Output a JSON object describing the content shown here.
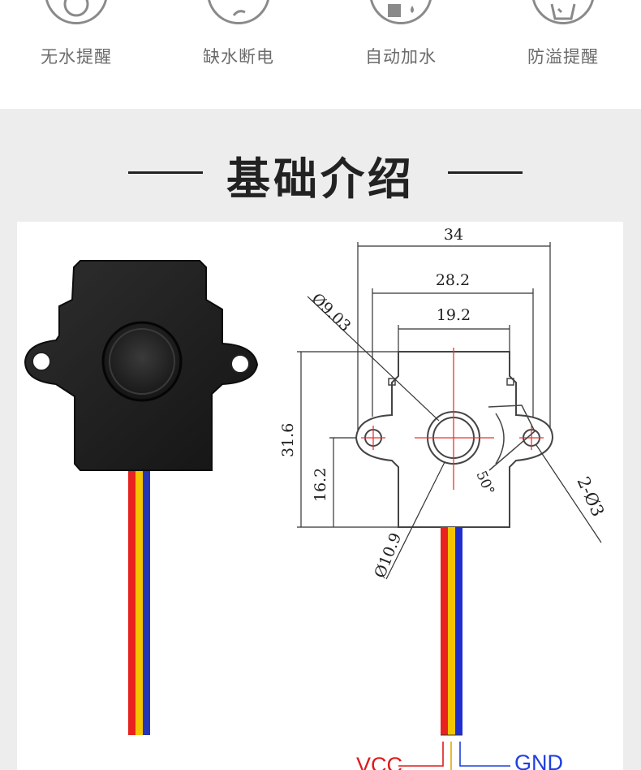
{
  "features": [
    {
      "label": "无水提醒",
      "icon": "water-level-icon"
    },
    {
      "label": "缺水断电",
      "icon": "power-off-icon"
    },
    {
      "label": "自动加水",
      "icon": "water-drop-icon"
    },
    {
      "label": "防溢提醒",
      "icon": "cup-overflow-icon"
    }
  ],
  "section": {
    "title": "基础介绍"
  },
  "drawing": {
    "dims": {
      "overall_width": "34",
      "mount_width": "28.2",
      "body_width": "19.2",
      "inner_hole": "Ø9.03",
      "height": "31.6",
      "center_height": "16.2",
      "outer_ring": "Ø10.9",
      "angle": "50°",
      "mount_holes": "2-Ø3"
    },
    "wires": {
      "left": "VCC",
      "right": "GND"
    }
  },
  "colors": {
    "wire_red": "#e8231f",
    "wire_yellow": "#f5c400",
    "wire_blue": "#1f2fcf",
    "label_red": "#e01a1a",
    "label_blue": "#1f3fe0"
  }
}
